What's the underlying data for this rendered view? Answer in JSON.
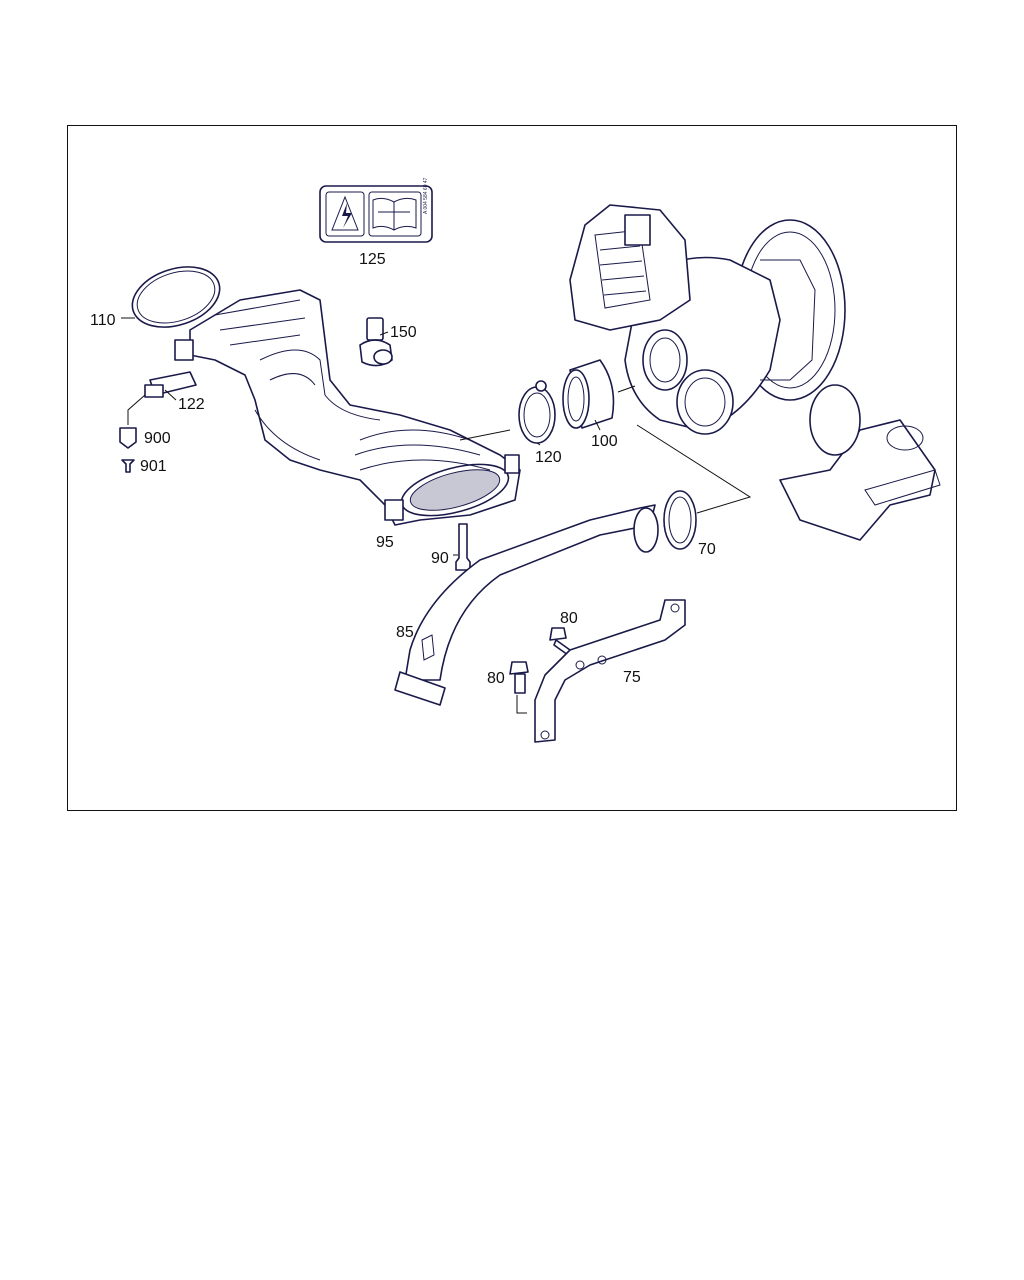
{
  "diagram": {
    "callouts": [
      {
        "id": "c125",
        "text": "125"
      },
      {
        "id": "c110",
        "text": "110"
      },
      {
        "id": "c150",
        "text": "150"
      },
      {
        "id": "c122",
        "text": "122"
      },
      {
        "id": "c900",
        "text": "900"
      },
      {
        "id": "c901",
        "text": "901"
      },
      {
        "id": "c120",
        "text": "120"
      },
      {
        "id": "c100",
        "text": "100"
      },
      {
        "id": "c95",
        "text": "95"
      },
      {
        "id": "c90",
        "text": "90"
      },
      {
        "id": "c70",
        "text": "70"
      },
      {
        "id": "c85",
        "text": "85"
      },
      {
        "id": "c80a",
        "text": "80"
      },
      {
        "id": "c80b",
        "text": "80"
      },
      {
        "id": "c75",
        "text": "75"
      }
    ],
    "label_code": "A 004 584 60 47",
    "line_color": "#1a1a4a"
  }
}
